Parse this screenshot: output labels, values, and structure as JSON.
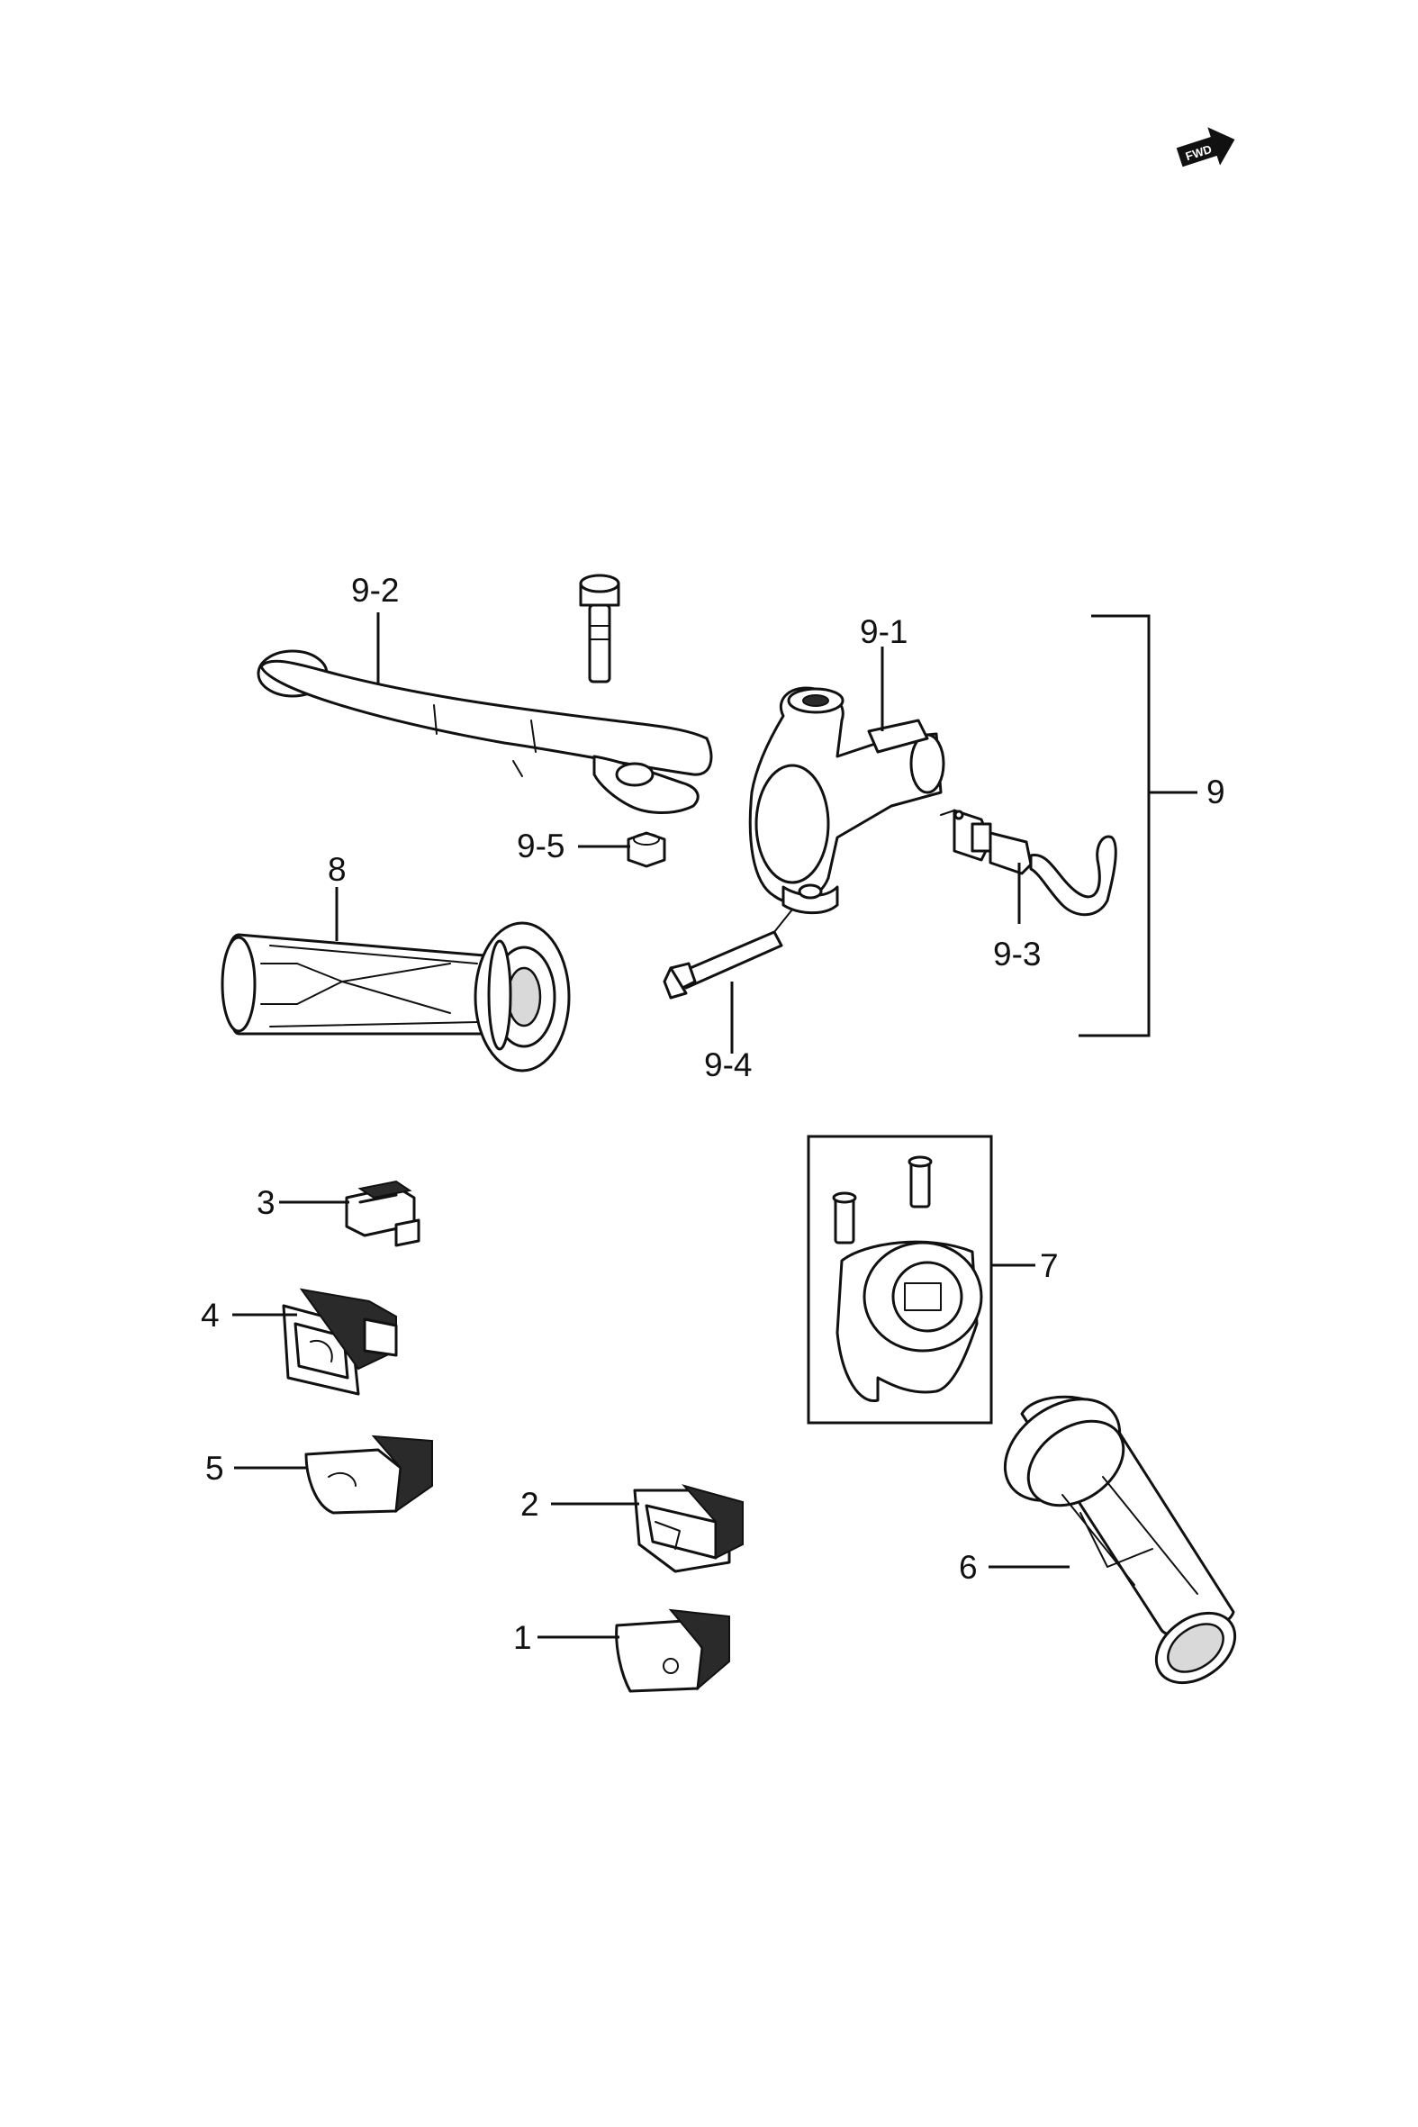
{
  "orientation_marker": {
    "label": "FWD",
    "icon": "forward-arrow-icon"
  },
  "callouts": {
    "c9_2": "9-2",
    "c9_1": "9-1",
    "c9": "9",
    "c9_5": "9-5",
    "c8": "8",
    "c9_3": "9-3",
    "c9_4": "9-4",
    "c3": "3",
    "c4": "4",
    "c7": "7",
    "c5": "5",
    "c2": "2",
    "c6": "6",
    "c1": "1"
  }
}
